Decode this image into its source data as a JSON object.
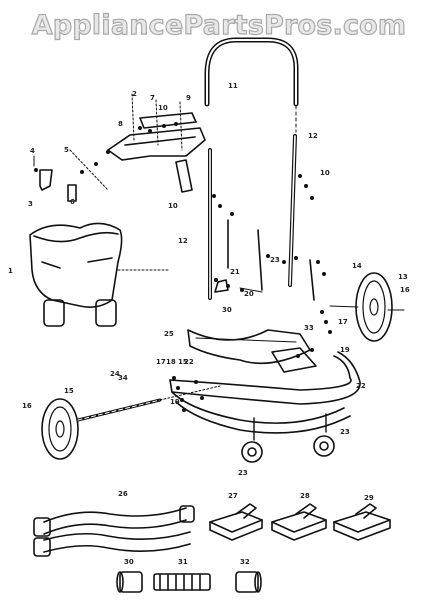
{
  "watermark": "AppliancePartsPros.com",
  "callouts": [
    {
      "id": "c-11",
      "text": "11"
    },
    {
      "id": "c-12a",
      "text": "12"
    },
    {
      "id": "c-12b",
      "text": "12"
    },
    {
      "id": "c-1",
      "text": "1"
    },
    {
      "id": "c-2",
      "text": "2"
    },
    {
      "id": "c-3",
      "text": "3"
    },
    {
      "id": "c-4",
      "text": "4"
    },
    {
      "id": "c-5",
      "text": "5"
    },
    {
      "id": "c-6",
      "text": "6"
    },
    {
      "id": "c-7",
      "text": "7"
    },
    {
      "id": "c-8",
      "text": "8"
    },
    {
      "id": "c-9",
      "text": "9"
    },
    {
      "id": "c-10a",
      "text": "10"
    },
    {
      "id": "c-10b",
      "text": "10"
    },
    {
      "id": "c-10c",
      "text": "10"
    },
    {
      "id": "c-13",
      "text": "13"
    },
    {
      "id": "c-14",
      "text": "14"
    },
    {
      "id": "c-15a",
      "text": "15"
    },
    {
      "id": "c-15b",
      "text": "15"
    },
    {
      "id": "c-16a",
      "text": "16"
    },
    {
      "id": "c-16b",
      "text": "16"
    },
    {
      "id": "c-17a",
      "text": "17"
    },
    {
      "id": "c-17b",
      "text": "17"
    },
    {
      "id": "c-18",
      "text": "18"
    },
    {
      "id": "c-19a",
      "text": "19"
    },
    {
      "id": "c-19b",
      "text": "19"
    },
    {
      "id": "c-20",
      "text": "20"
    },
    {
      "id": "c-21",
      "text": "21"
    },
    {
      "id": "c-22a",
      "text": "22"
    },
    {
      "id": "c-22b",
      "text": "22"
    },
    {
      "id": "c-23a",
      "text": "23"
    },
    {
      "id": "c-23b",
      "text": "23"
    },
    {
      "id": "c-23c",
      "text": "23"
    },
    {
      "id": "c-24",
      "text": "24"
    },
    {
      "id": "c-25",
      "text": "25"
    },
    {
      "id": "c-26",
      "text": "26"
    },
    {
      "id": "c-27",
      "text": "27"
    },
    {
      "id": "c-28",
      "text": "28"
    },
    {
      "id": "c-29",
      "text": "29"
    },
    {
      "id": "c-30a",
      "text": "30"
    },
    {
      "id": "c-30b",
      "text": "30"
    },
    {
      "id": "c-31",
      "text": "31"
    },
    {
      "id": "c-32",
      "text": "32"
    },
    {
      "id": "c-33",
      "text": "33"
    },
    {
      "id": "c-34",
      "text": "34"
    }
  ]
}
